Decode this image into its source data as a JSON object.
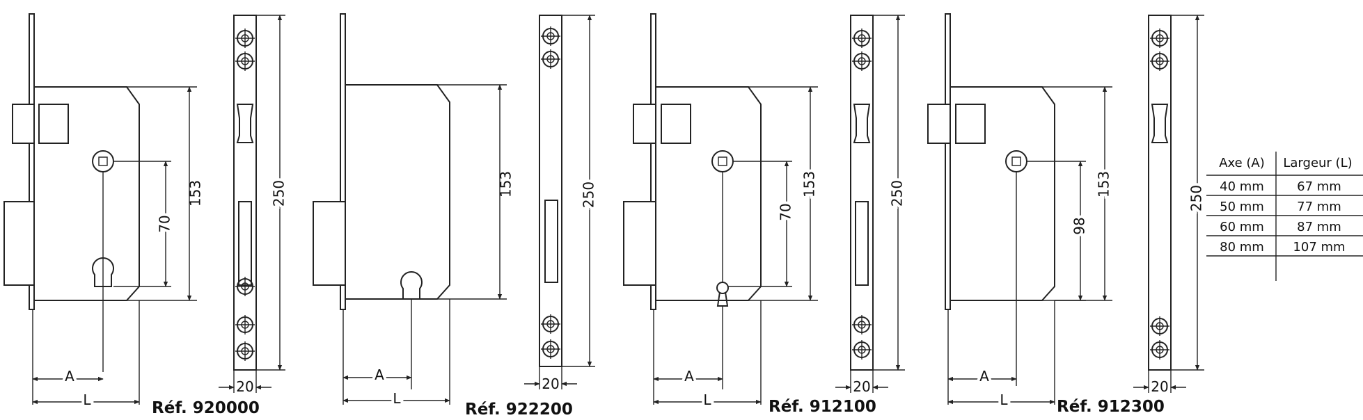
{
  "locks": [
    {
      "ref": "Réf. 920000",
      "height_label": "153",
      "axis_label": "70",
      "plate_label": "250",
      "width_label": "20",
      "a_label": "A",
      "l_label": "L"
    },
    {
      "ref": "Réf. 922200",
      "height_label": "153",
      "axis_label": "",
      "plate_label": "250",
      "width_label": "20",
      "a_label": "A",
      "l_label": "L"
    },
    {
      "ref": "Réf. 912100",
      "height_label": "153",
      "axis_label": "70",
      "plate_label": "250",
      "width_label": "20",
      "a_label": "A",
      "l_label": "L"
    },
    {
      "ref": "Réf. 912300",
      "height_label": "153",
      "axis_label": "98",
      "plate_label": "250",
      "width_label": "20",
      "a_label": "A",
      "l_label": "L"
    }
  ],
  "table": {
    "headers": [
      "Axe (A)",
      "Largeur (L)"
    ],
    "rows": [
      [
        "40 mm",
        "67 mm"
      ],
      [
        "50 mm",
        "77 mm"
      ],
      [
        "60 mm",
        "87 mm"
      ],
      [
        "80 mm",
        "107 mm"
      ]
    ]
  }
}
